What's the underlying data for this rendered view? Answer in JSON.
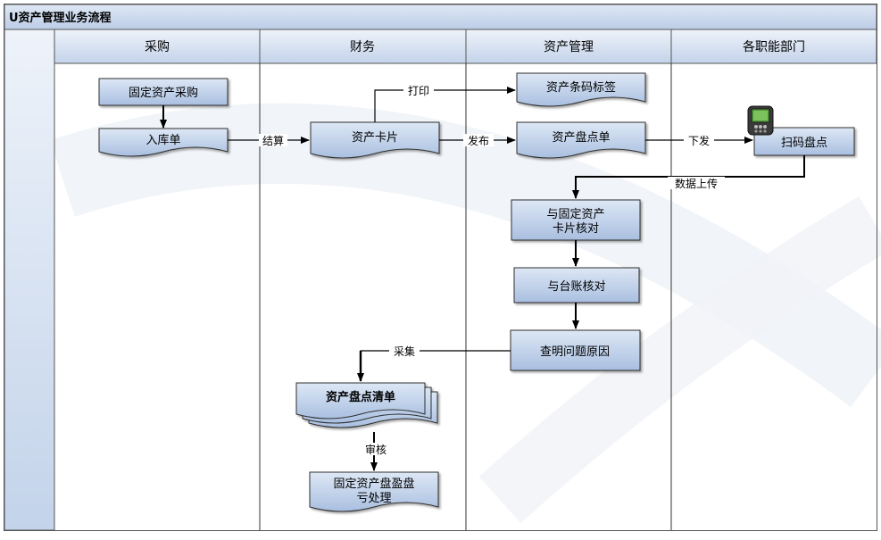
{
  "title": "U资产管理业务流程",
  "lanes": [
    {
      "id": "purchase",
      "label": "采购"
    },
    {
      "id": "finance",
      "label": "财务"
    },
    {
      "id": "asset",
      "label": "资产管理"
    },
    {
      "id": "departments",
      "label": "各职能部门"
    }
  ],
  "nodes": {
    "fixed_asset_purchase": "固定资产采购",
    "stock_in_form": "入库单",
    "asset_card": "资产卡片",
    "asset_barcode_label": "资产条码标签",
    "asset_inventory_form": "资产盘点单",
    "scan_inventory": "扫码盘点",
    "check_with_card_line1": "与固定资产",
    "check_with_card_line2": "卡片核对",
    "check_with_ledger": "与台账核对",
    "find_cause": "查明问题原因",
    "inventory_list": "资产盘点清单",
    "gain_loss_line1": "固定资产盘盈盘",
    "gain_loss_line2": "亏处理"
  },
  "edges": {
    "settle": "结算",
    "print": "打印",
    "publish": "发布",
    "dispatch": "下发",
    "upload": "数据上传",
    "collect": "采集",
    "review": "审核"
  },
  "colors": {
    "box_top": "#dce6f4",
    "box_bottom": "#aec3e2",
    "box_stroke": "#2f2f2f",
    "header_top": "#e6eef8",
    "header_bottom": "#c4d4ea",
    "title_bar": "#c9d7eb",
    "left_band": "#c4d4ea"
  }
}
